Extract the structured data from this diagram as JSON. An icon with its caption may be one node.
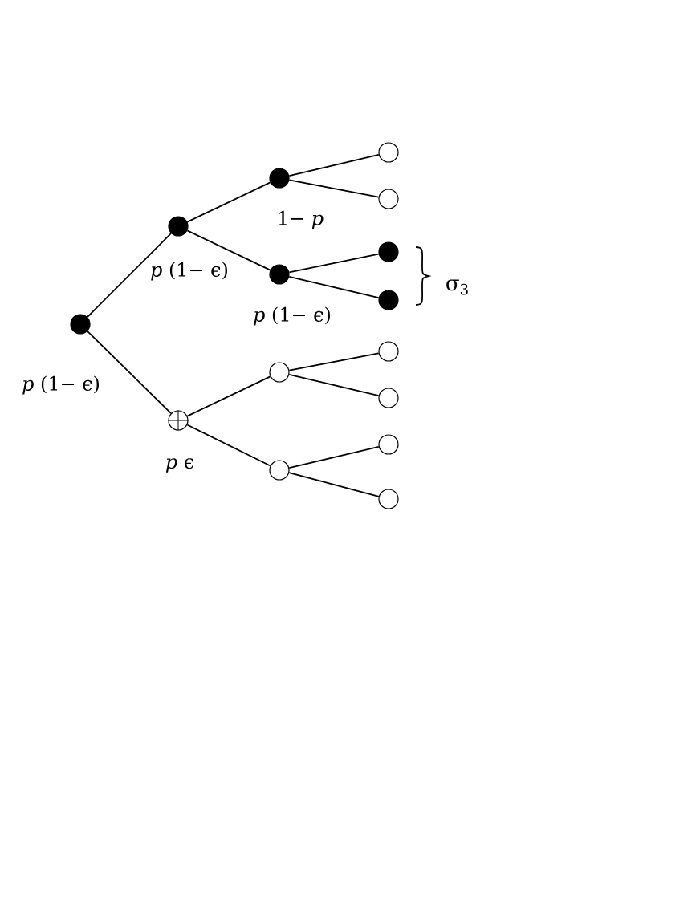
{
  "diagram": {
    "nodes": [
      {
        "text": [],
        "shape": "circle",
        "beside": [
          "*p* (1− ϵ)"
        ]
      },
      {
        "text": [],
        "shape": "circle",
        "beside": [
          "*p* (1− ϵ)"
        ]
      },
      {
        "text": [],
        "shape": "circle",
        "beside": [
          "1− *p*"
        ]
      },
      {
        "text": [],
        "shape": "circle"
      },
      {
        "text": [],
        "shape": "circle"
      },
      {
        "text": [],
        "shape": "circle",
        "beside": [
          "*p* (1− ϵ)"
        ]
      },
      {
        "text": [],
        "shape": "circle"
      },
      {
        "text": [],
        "shape": "circle"
      },
      {
        "text": [],
        "shape": "circle",
        "beside": [
          "*p* ϵ"
        ]
      },
      {
        "text": [],
        "shape": "circle"
      },
      {
        "text": [],
        "shape": "circle"
      },
      {
        "text": [],
        "shape": "circle"
      },
      {
        "text": [],
        "shape": "circle"
      },
      {
        "text": [],
        "shape": "circle"
      },
      {
        "text": [],
        "shape": "circle"
      }
    ],
    "edges": [
      {
        "from": 0,
        "to": 1,
        "arrow": "none"
      },
      {
        "from": 1,
        "to": 2,
        "arrow": "none"
      },
      {
        "from": 2,
        "to": 3,
        "arrow": "none"
      },
      {
        "from": 2,
        "to": 4,
        "arrow": "none"
      },
      {
        "from": 1,
        "to": 5,
        "arrow": "none"
      },
      {
        "from": 5,
        "to": 6,
        "arrow": "none"
      },
      {
        "from": 5,
        "to": 7,
        "arrow": "none"
      },
      {
        "from": 0,
        "to": 8,
        "arrow": "none"
      },
      {
        "from": 8,
        "to": 9,
        "arrow": "none"
      },
      {
        "from": 9,
        "to": 10,
        "arrow": "none"
      },
      {
        "from": 9,
        "to": 11,
        "arrow": "none"
      },
      {
        "from": 8,
        "to": 12,
        "arrow": "none"
      },
      {
        "from": 12,
        "to": 13,
        "arrow": "none"
      },
      {
        "from": 12,
        "to": 14,
        "arrow": "none"
      }
    ],
    "labels": [
      "σ$_{3}$"
    ]
  }
}
